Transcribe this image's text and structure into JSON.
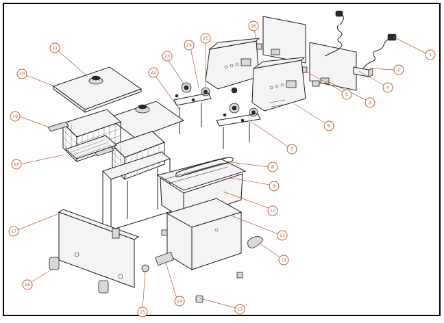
{
  "diagram": {
    "kind": "exploded-assembly",
    "callout_color": "#b85d3a",
    "callouts": [
      "1",
      "2",
      "3",
      "4",
      "5",
      "6",
      "7",
      "8",
      "9",
      "10",
      "11",
      "12",
      "13",
      "14",
      "15",
      "16",
      "17",
      "18",
      "19",
      "20",
      "21",
      "22",
      "23",
      "24",
      "25",
      "26"
    ]
  }
}
